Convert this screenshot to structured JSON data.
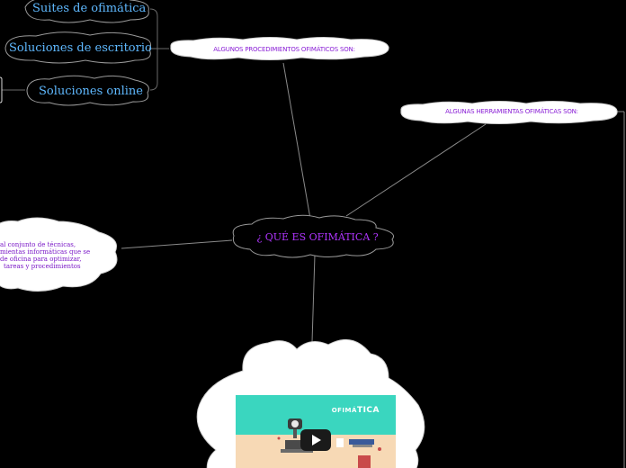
{
  "central_topic": "¿ QUÉ ES OFIMÁTICA ?",
  "branches": {
    "procedures": "ALGUNOS PROCEDIMIENTOS OFIMÁTICOS SON:",
    "tools": "ALGUNAS HERRAMIENTAS OFIMÁTICAS SON:"
  },
  "subtopics": [
    "Suites de ofimática",
    "Soluciones de escritorio",
    "Soluciones online"
  ],
  "definition_lines": [
    "al conjunto de técnicas,",
    "mientas informáticas que se",
    "de oficina para optimizar,",
    "tareas y procedimientos"
  ],
  "video": {
    "brand_prefix": "OFIMÁ",
    "brand_suffix": "TICA"
  },
  "colors": {
    "background": "#000000",
    "node_fill": "#ffffff",
    "subtopic_text": "#5fb9ff",
    "branch_text": "#8a1fd6",
    "central_text": "#b035ff",
    "video_bg": "#3ad6bf"
  }
}
